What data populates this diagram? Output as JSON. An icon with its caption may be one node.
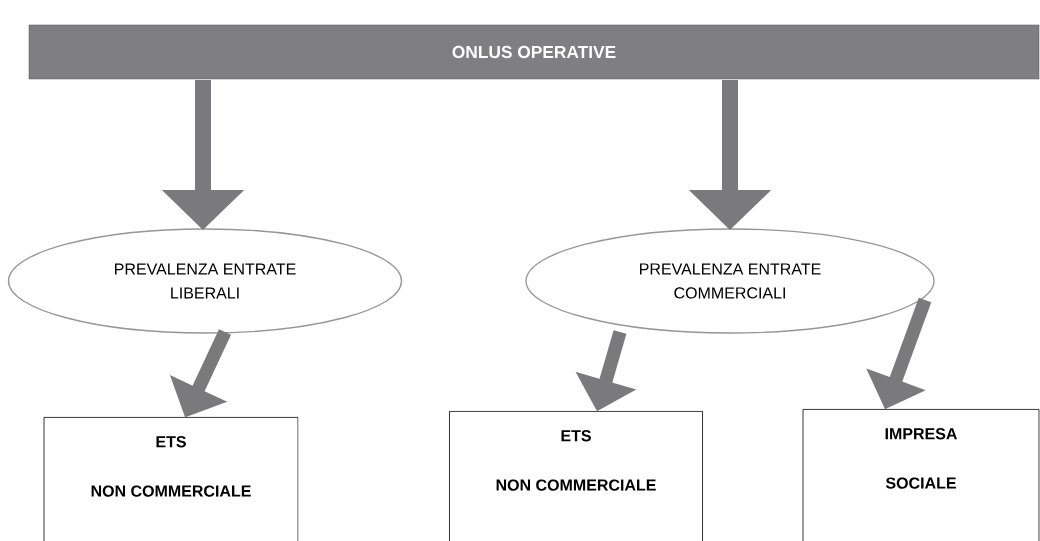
{
  "diagram": {
    "nodes": [
      {
        "text": [
          "ONLUS OPERATIVE"
        ]
      },
      {
        "text": [
          "PREVALENZA ENTRATE LIBERALI"
        ]
      },
      {
        "text": [
          "PREVALENZA ENTRATE COMMERCIALI"
        ]
      },
      {
        "text": [
          "ETS",
          "NON COMMERCIALE"
        ]
      },
      {
        "text": [
          "ETS",
          "NON COMMERCIALE"
        ]
      },
      {
        "text": [
          "IMPRESA",
          "SOCIALE"
        ]
      }
    ],
    "edges": [
      {
        "from": 0,
        "to": 1,
        "arrow": "to"
      },
      {
        "from": 0,
        "to": 2,
        "arrow": "to"
      },
      {
        "from": 1,
        "to": 3,
        "arrow": "to"
      },
      {
        "from": 2,
        "to": 4,
        "arrow": "to"
      },
      {
        "from": 2,
        "to": 5,
        "arrow": "to"
      }
    ]
  }
}
